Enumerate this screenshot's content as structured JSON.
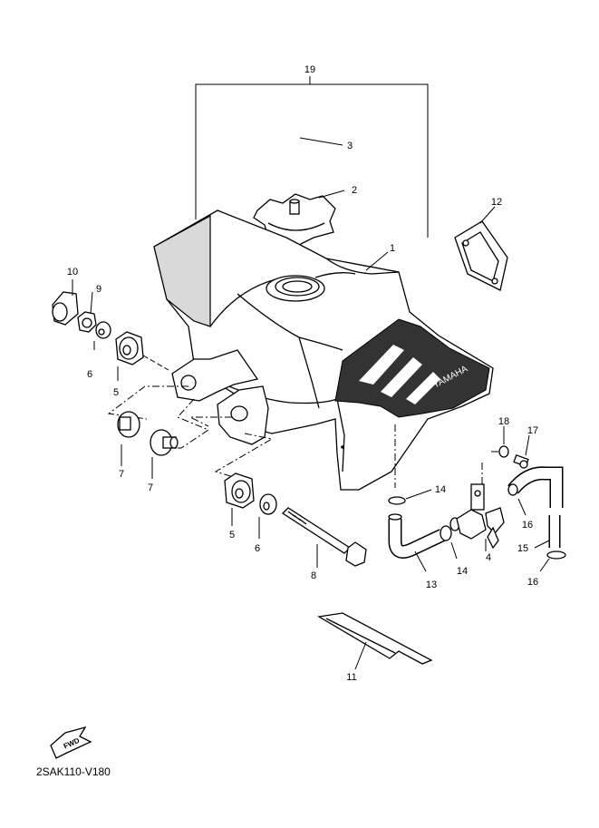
{
  "diagram_code": "2SAK110-V180",
  "fwd_label": "FWD",
  "tank_text": "YAMAHA",
  "callouts": {
    "c1": "1",
    "c2": "2",
    "c3": "3",
    "c4": "4",
    "c5a": "5",
    "c5b": "5",
    "c6a": "6",
    "c6b": "6",
    "c7a": "7",
    "c7b": "7",
    "c8": "8",
    "c9": "9",
    "c10": "10",
    "c11": "11",
    "c12": "12",
    "c13": "13",
    "c14a": "14",
    "c14b": "14",
    "c15": "15",
    "c16a": "16",
    "c16b": "16",
    "c17": "17",
    "c18": "18",
    "c19": "19"
  }
}
